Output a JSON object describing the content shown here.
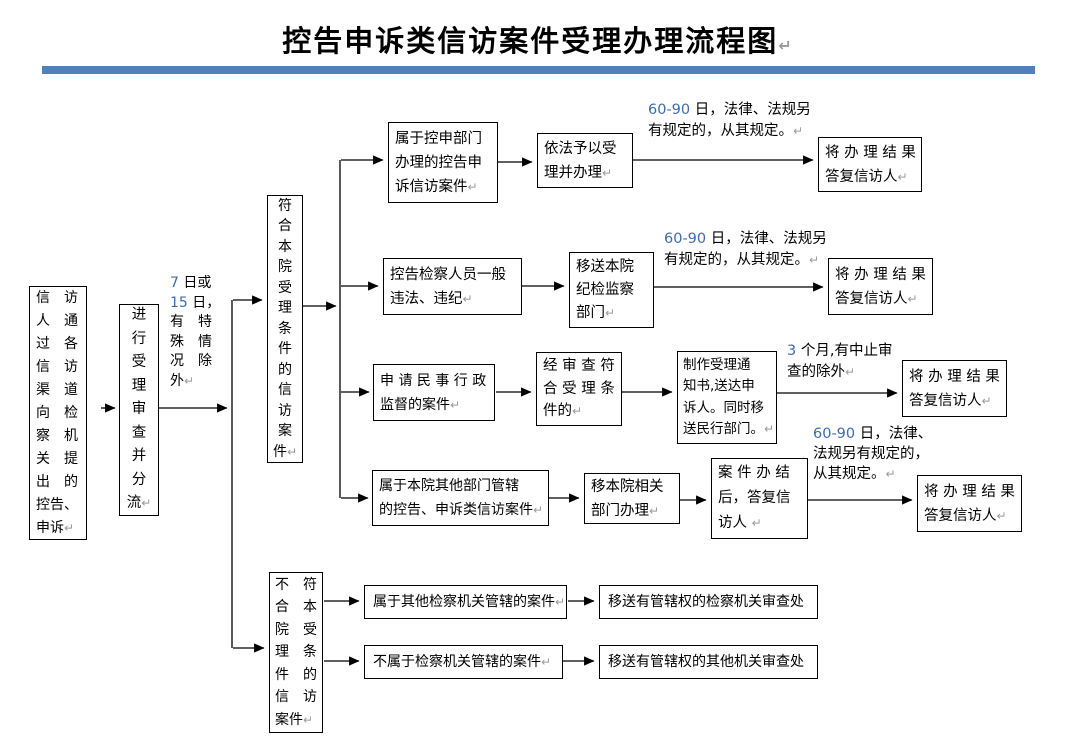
{
  "title": {
    "lines": [
      "控告申诉类信访案件受理办理流程图↵"
    ]
  },
  "accent": {
    "bar_color": "#4f81bd",
    "number_color": "#3e6caa",
    "pilcrow_color": "#9a9a9a"
  },
  "nodes": {
    "petitioner": {
      "lines": [
        "信　访",
        "人　通",
        "过　各",
        "信　访",
        "渠　道",
        "向　检",
        "察　机",
        "关　提",
        "出　的",
        "控告、",
        "申诉↵"
      ]
    },
    "triage": {
      "lines": [
        "进",
        "行",
        "受",
        "理",
        "审",
        "查",
        "并",
        "分",
        "流↵"
      ]
    },
    "qualified": {
      "lines": [
        "符",
        "合",
        "本",
        "院",
        "受",
        "理",
        "条",
        "件",
        "的",
        "信",
        "访",
        "案",
        "件↵"
      ]
    },
    "unqualified": {
      "lines": [
        "不　符",
        "合　本",
        "院　受",
        "理　条",
        "件　的",
        "信　访",
        "案件↵"
      ]
    },
    "r1_case": {
      "lines": [
        "属于控申部门",
        "办理的控告申",
        "诉信访案件↵"
      ]
    },
    "r1_accept": {
      "lines": [
        "依法予以受",
        "理并办理↵"
      ]
    },
    "r1_reply": {
      "lines": [
        "将 办 理 结 果",
        "答复信访人↵"
      ]
    },
    "r2_case": {
      "lines": [
        "控告检察人员一般",
        "违法、违纪↵"
      ]
    },
    "r2_transfer": {
      "lines": [
        "移送本院",
        "纪检监察",
        "部门↵"
      ]
    },
    "r2_reply": {
      "lines": [
        "将 办 理 结 果",
        "答复信访人↵"
      ]
    },
    "r3_case": {
      "lines": [
        "申 请 民 事 行 政",
        "监督的案件↵"
      ]
    },
    "r3_review": {
      "lines": [
        "经 审 查 符",
        "合 受 理 条",
        "件的↵"
      ]
    },
    "r3_notice": {
      "lines": [
        "制作受理通",
        "知书,送达申",
        "诉人。同时移",
        "送民行部门。↵"
      ]
    },
    "r3_reply": {
      "lines": [
        "将 办 理 结 果",
        "答复信访人↵"
      ]
    },
    "r4_case": {
      "lines": [
        "属于本院其他部门管辖",
        "的控告、申诉类信访案件↵"
      ]
    },
    "r4_transfer": {
      "lines": [
        "移本院相关",
        "部门办理↵"
      ]
    },
    "r4_close": {
      "lines": [
        "案 件 办 结",
        "后，答复信",
        "访人 ↵"
      ]
    },
    "r4_reply": {
      "lines": [
        "将 办 理 结 果",
        "答复信访人↵"
      ]
    },
    "b1_case": {
      "lines": [
        "属于其他检察机关管辖的案件↵"
      ]
    },
    "b1_transfer": {
      "lines": [
        "移送有管辖权的检察机关审查处"
      ]
    },
    "b2_case": {
      "lines": [
        "不属于检察机关管辖的案件↵"
      ]
    },
    "b2_transfer": {
      "lines": [
        "移送有管辖权的其他机关审查处"
      ]
    }
  },
  "notes": {
    "triage_deadline": {
      "lines": [
        "7 日或",
        "15 日，",
        "有　特",
        "殊　情",
        "况　除",
        "外↵"
      ]
    },
    "r1_deadline": {
      "lines": [
        "60-90 日，法律、法规另",
        "有规定的，从其规定。↵"
      ]
    },
    "r2_deadline": {
      "lines": [
        "60-90 日，法律、法规另",
        "有规定的，从其规定。↵"
      ]
    },
    "r3_deadline": {
      "lines": [
        "3 个月,有中止审",
        "查的除外↵"
      ]
    },
    "r4_deadline": {
      "lines": [
        "60-90 日，法律、",
        "法规另有规定的，",
        "从其规定。↵"
      ]
    }
  }
}
